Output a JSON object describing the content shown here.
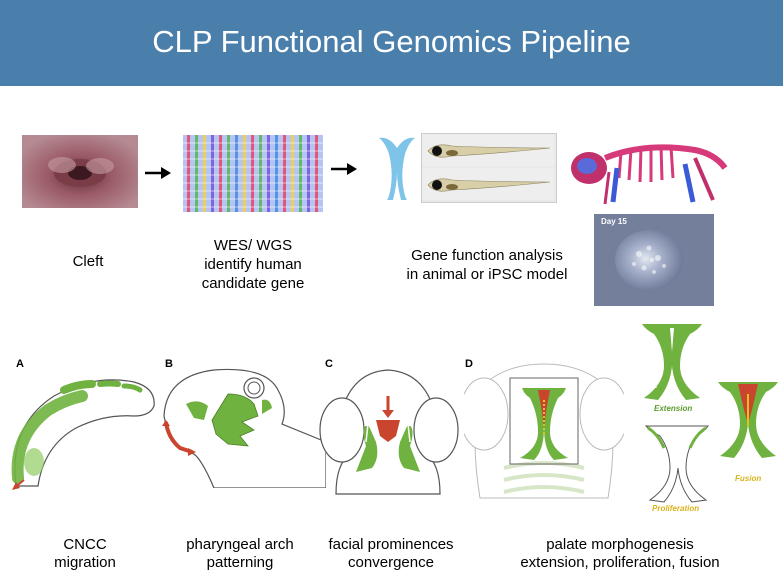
{
  "title": "CLP Functional Genomics Pipeline",
  "pipeline": {
    "step1_label": "Cleft",
    "step2_label_l1": "WES/ WGS",
    "step2_label_l2": "identify human",
    "step2_label_l3": "candidate gene",
    "step3_label_l1": "Gene function analysis",
    "step3_label_l2": "in animal or iPSC model",
    "ipsc_day": "Day 15"
  },
  "panels": {
    "a_letter": "A",
    "b_letter": "B",
    "c_letter": "C",
    "d_letter": "D",
    "extension_label": "Extension",
    "proliferation_label": "Proliferation",
    "fusion_label": "Fusion"
  },
  "captions": {
    "a_l1": "CNCC",
    "a_l2": "migration",
    "b_l1": "pharyngeal arch",
    "b_l2": "patterning",
    "c_l1": "facial prominences",
    "c_l2": "convergence",
    "d_l1": "palate morphogenesis",
    "d_l2": "extension, proliferation, fusion"
  },
  "colors": {
    "header": "#4a7fab",
    "tissue_green": "#6fb23f",
    "tissue_red": "#c9452e",
    "fusion_yellow": "#e0c21f"
  }
}
